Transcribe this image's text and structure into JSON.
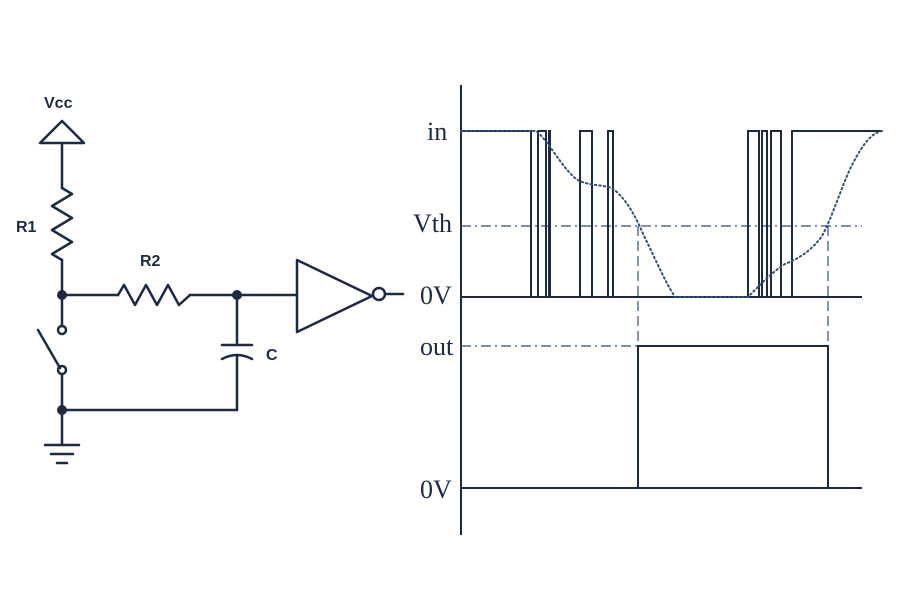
{
  "schematic": {
    "supply_label": "Vcc",
    "r1_label": "R1",
    "r2_label": "R2",
    "cap_label": "C"
  },
  "timing": {
    "input_high_label": "in",
    "threshold_label": "Vth",
    "input_zero_label": "0V",
    "output_high_label": "out",
    "output_zero_label": "0V"
  },
  "colors": {
    "ink": "#1d2a44",
    "guide": "#34507a",
    "background": "#ffffff"
  }
}
